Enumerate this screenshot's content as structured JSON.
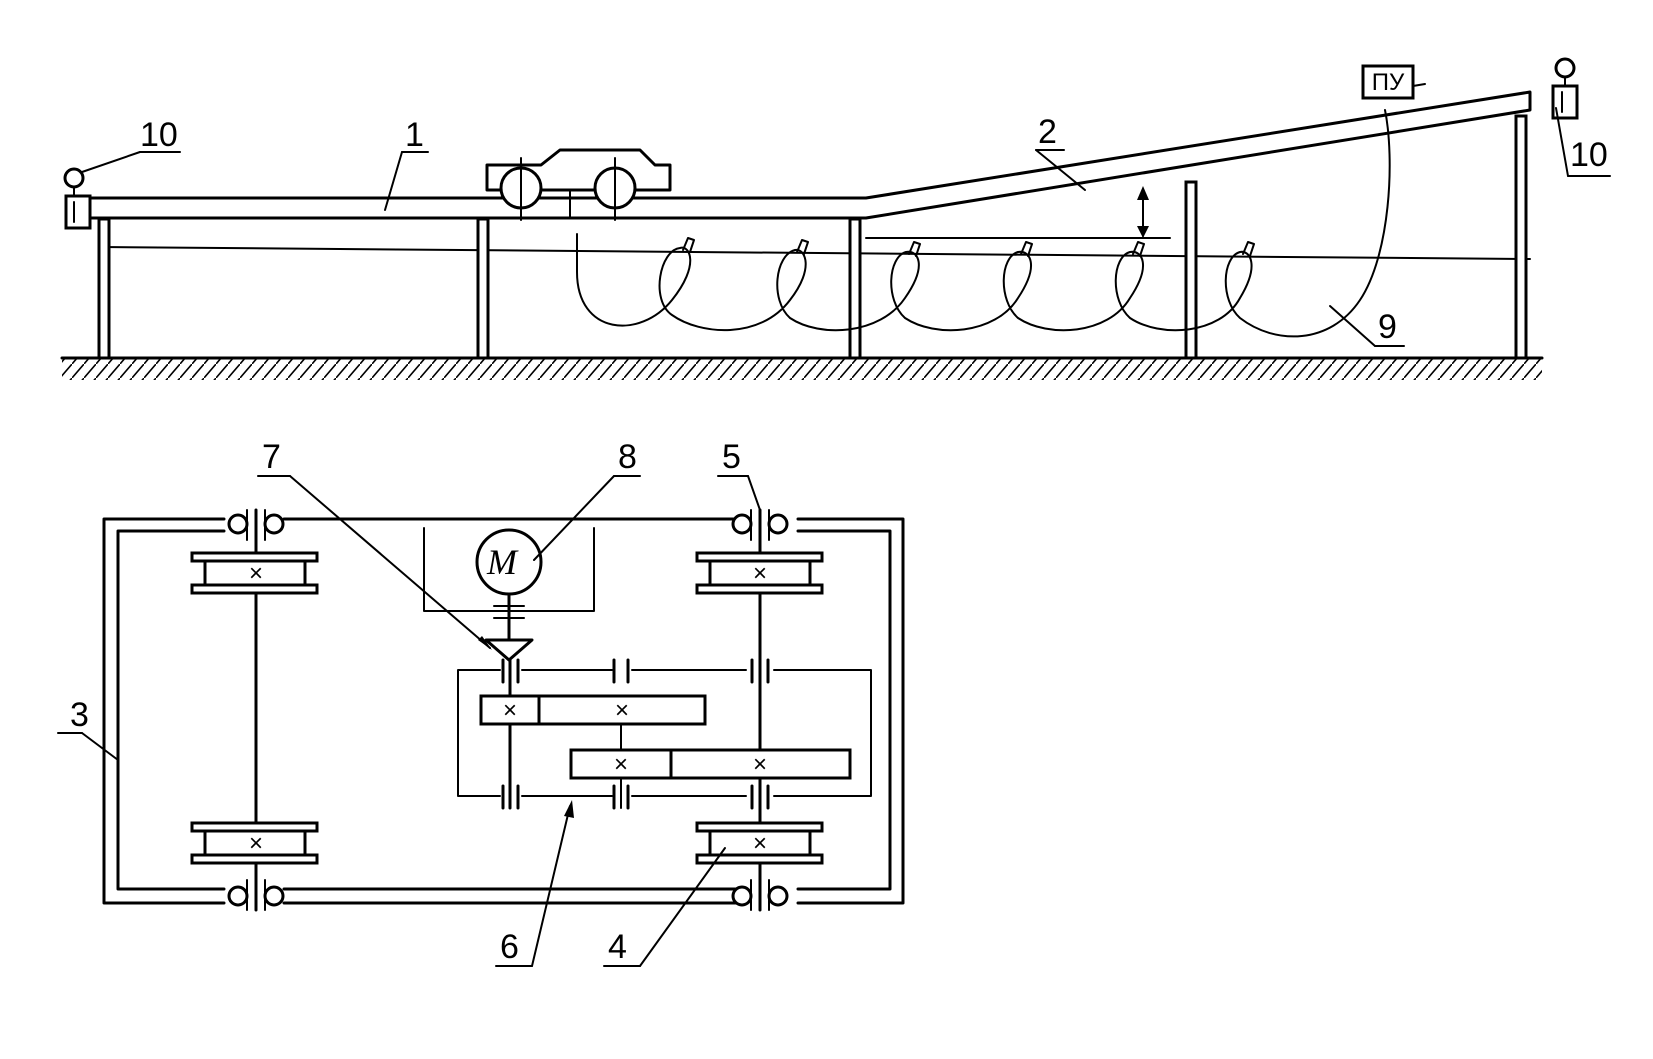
{
  "diagram": {
    "labels": {
      "l1": "1",
      "l2": "2",
      "l3": "3",
      "l4": "4",
      "l5": "5",
      "l6": "6",
      "l7": "7",
      "l8": "8",
      "l9": "9",
      "l10_left": "10",
      "l10_right": "10"
    },
    "control_box": "ПУ",
    "motor": "M",
    "gear_mark": "×"
  }
}
